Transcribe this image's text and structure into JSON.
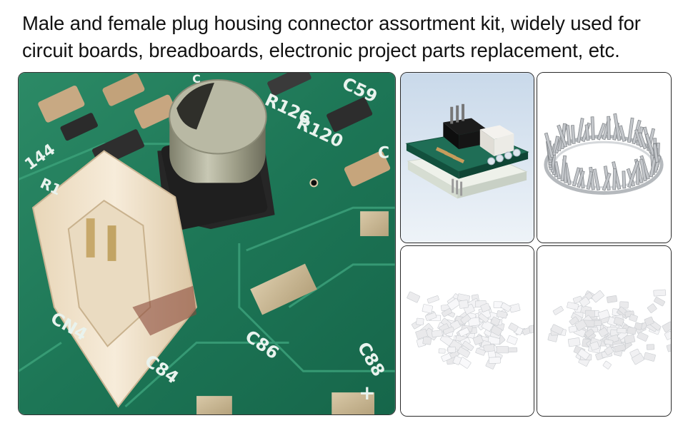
{
  "caption": {
    "line1": "Male and female plug housing connector assortment kit, widely used for",
    "line2": "circuit boards, breadboards, electronic project parts replacement, etc."
  },
  "pcb_labels": {
    "c59": "C59",
    "r126": "R126",
    "r120": "R120",
    "r144": "144",
    "r1": "R1",
    "cn4": "CN4",
    "c84": "C84",
    "c86": "C86",
    "c88": "C88",
    "c_right": "C",
    "c_top": "C",
    "plus": "+"
  },
  "colors": {
    "pcb_green": "#1f7a5c",
    "pcb_trace": "#2a8c69",
    "connector": "#f1e3cc",
    "capacitor": "#9a9a86"
  }
}
